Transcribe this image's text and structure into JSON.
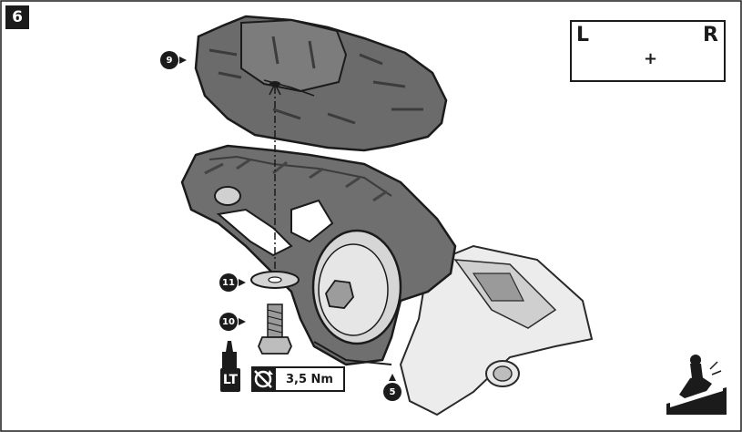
{
  "step": {
    "number": "6"
  },
  "rider_box": {
    "left_label": "L",
    "right_label": "R",
    "plus": "+"
  },
  "callouts": {
    "footrest_rubber": "9",
    "bracket": "5",
    "washer": "11",
    "bolt": "10"
  },
  "threadlocker": {
    "label": "LT"
  },
  "torque": {
    "value": "3,5 Nm"
  },
  "icons": [
    "motorcycle-rider-left-icon",
    "motorcycle-rider-right-icon",
    "torque-wrench-icon",
    "threadlocker-bottle-icon",
    "offroad-rider-icon"
  ],
  "colors": {
    "outline": "#1b1b1b",
    "part_gray": "#6f6f6f",
    "light_gray": "#d9d9d9"
  }
}
